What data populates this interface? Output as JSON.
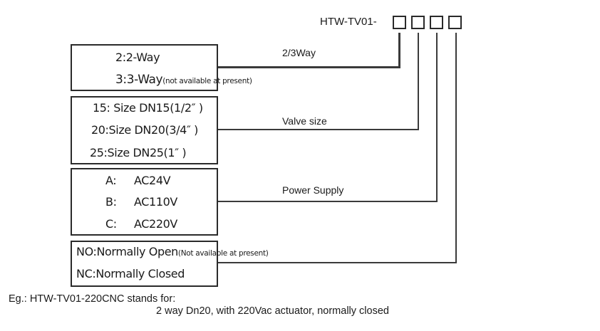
{
  "model_code": {
    "prefix": "HTW-TV01-",
    "slots": 4
  },
  "groups": [
    {
      "label": "2/3Way",
      "options": [
        {
          "text": "2:2-Way",
          "note": ""
        },
        {
          "text": "3:3-Way",
          "note": "(not available at present)"
        }
      ]
    },
    {
      "label": "Valve size",
      "options": [
        {
          "text": "15: Size DN15(1/2″ )",
          "note": ""
        },
        {
          "text": "20:Size DN20(3/4″ )",
          "note": ""
        },
        {
          "text": "25:Size DN25(1″ )",
          "note": ""
        }
      ]
    },
    {
      "label": "Power Supply",
      "options": [
        {
          "key": "A:",
          "text": "AC24V"
        },
        {
          "key": "B:",
          "text": "AC110V"
        },
        {
          "key": "C:",
          "text": "AC220V"
        }
      ]
    },
    {
      "label": "",
      "options": [
        {
          "text": "NO:Normally Open",
          "note": "(Not available at present)"
        },
        {
          "text": "NC:Normally Closed",
          "note": ""
        }
      ]
    }
  ],
  "example": {
    "line1": "Eg.: HTW-TV01-220CNC stands for:",
    "line2": "2 way Dn20, with 220Vac actuator, normally closed"
  }
}
